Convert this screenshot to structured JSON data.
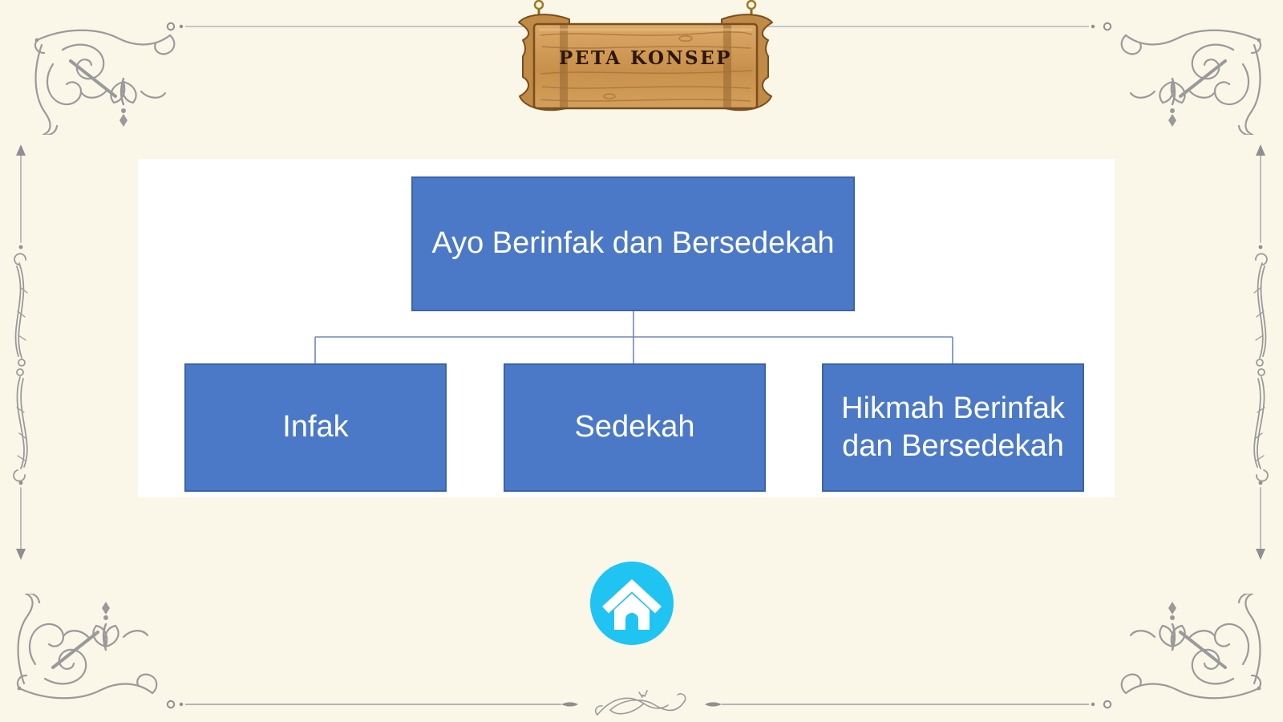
{
  "sign": {
    "title": "PETA KONSEP"
  },
  "concept_map": {
    "root": "Ayo Berinfak dan Bersedekah",
    "children": [
      "Infak",
      "Sedekah",
      "Hikmah Berinfak dan Bersedekah"
    ]
  },
  "icons": {
    "home": "home-icon"
  },
  "colors": {
    "background": "#FAF7E9",
    "panel": "#FFFFFF",
    "node_fill": "#4B79C7",
    "node_border": "#3A63A9",
    "node_text": "#FFFFFF",
    "connector": "#7188B8",
    "home_button": "#1FC4F2",
    "ornament_gray": "#9A9A9A",
    "wood_light": "#DCA968",
    "wood_dark": "#B8813F",
    "sign_text_color": "#2B1703"
  }
}
